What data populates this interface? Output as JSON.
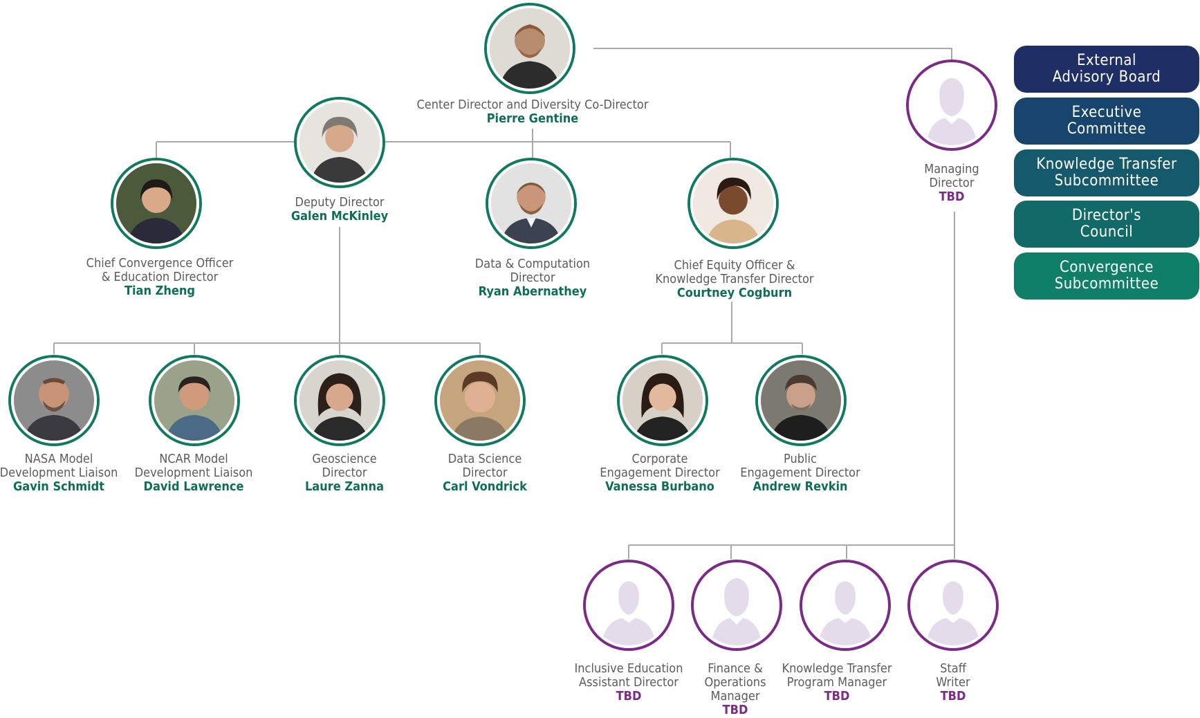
{
  "colors": {
    "staff_ring": "#0f7a5e",
    "tbd_ring": "#7b2a86",
    "name_text": "#0f6e57",
    "tbd_text": "#7b2a86",
    "connector": "#a9a9a9",
    "silhouette": "#e4dcea"
  },
  "people": {
    "center_director": {
      "role": "Center Director and Diversity Co-Director",
      "name": "Pierre Gentine"
    },
    "deputy_director": {
      "role": "Deputy Director",
      "name": "Galen McKinley"
    },
    "chief_convergence": {
      "role": "Chief Convergence Officer\n& Education Director",
      "name": "Tian Zheng"
    },
    "data_computation": {
      "role": "Data & Computation\nDirector",
      "name": "Ryan Abernathey"
    },
    "chief_equity": {
      "role": "Chief Equity Officer &\nKnowledge Transfer Director",
      "name": "Courtney Cogburn"
    },
    "managing_director": {
      "role": "Managing\nDirector",
      "name": "TBD"
    },
    "nasa_liaison": {
      "role": "NASA Model\nDevelopment Liaison",
      "name": "Gavin Schmidt"
    },
    "ncar_liaison": {
      "role": "NCAR Model\nDevelopment Liaison",
      "name": "David Lawrence"
    },
    "geoscience": {
      "role": "Geoscience\nDirector",
      "name": "Laure Zanna"
    },
    "data_science": {
      "role": "Data Science\nDirector",
      "name": "Carl Vondrick"
    },
    "corporate_engagement": {
      "role": "Corporate\nEngagement Director",
      "name": "Vanessa Burbano"
    },
    "public_engagement": {
      "role": "Public\nEngagement Director",
      "name": "Andrew Revkin"
    },
    "inclusive_education": {
      "role": "Inclusive Education\nAssistant Director",
      "name": "TBD"
    },
    "finance_operations": {
      "role": "Finance &\nOperations\nManager",
      "name": "TBD"
    },
    "kt_program_manager": {
      "role": "Knowledge Transfer\nProgram Manager",
      "name": "TBD"
    },
    "staff_writer": {
      "role": "Staff\nWriter",
      "name": "TBD"
    }
  },
  "committees": [
    {
      "label": "External\nAdvisory Board",
      "color": "#1f2f66"
    },
    {
      "label": "Executive\nCommittee",
      "color": "#17456e"
    },
    {
      "label": "Knowledge Transfer\nSubcommittee",
      "color": "#155a6c"
    },
    {
      "label": "Director's\nCouncil",
      "color": "#126a68"
    },
    {
      "label": "Convergence\nSubcommittee",
      "color": "#0f7f68"
    }
  ],
  "icons": {
    "photo": "person-photo-icon",
    "placeholder": "person-silhouette-icon"
  }
}
